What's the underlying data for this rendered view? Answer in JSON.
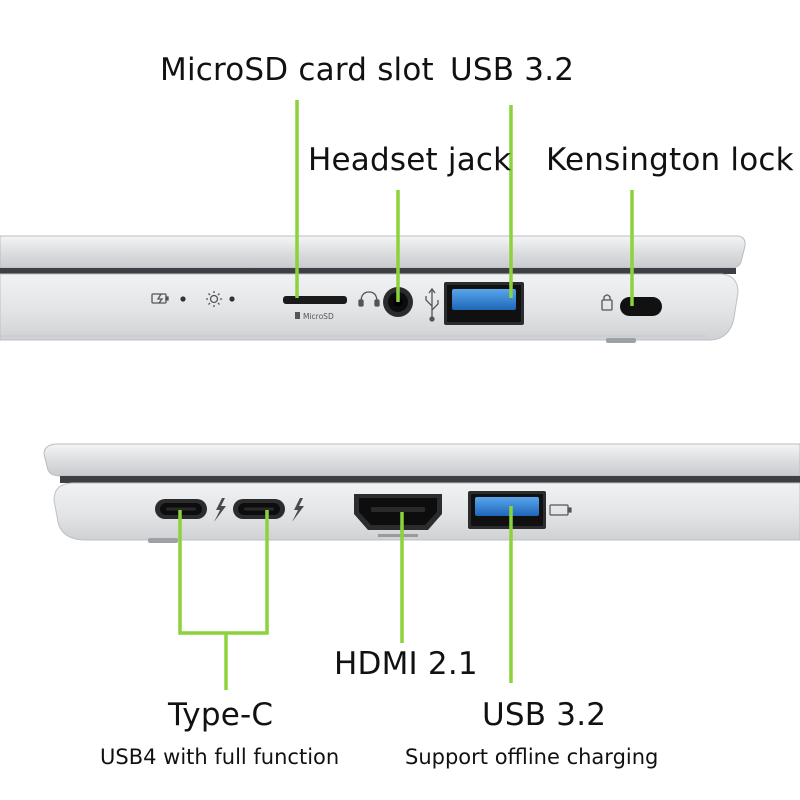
{
  "top_view": {
    "callouts": {
      "microsd": "MicroSD card slot",
      "usb_a": "USB 3.2",
      "headset": "Headset jack",
      "kensington": "Kensington lock"
    },
    "port_text": {
      "microsd": "MicroSD"
    }
  },
  "bottom_view": {
    "callouts": {
      "type_c": "Type-C",
      "type_c_sub": "USB4 with full function",
      "hdmi": "HDMI 2.1",
      "usb_a": "USB 3.2",
      "usb_a_sub": "Support offline charging"
    }
  },
  "colors": {
    "callout_line": "#8cd23c",
    "chassis": "#e4e6e8",
    "port_black": "#1a1a1a",
    "usb_blue": "#2f7fd0"
  }
}
